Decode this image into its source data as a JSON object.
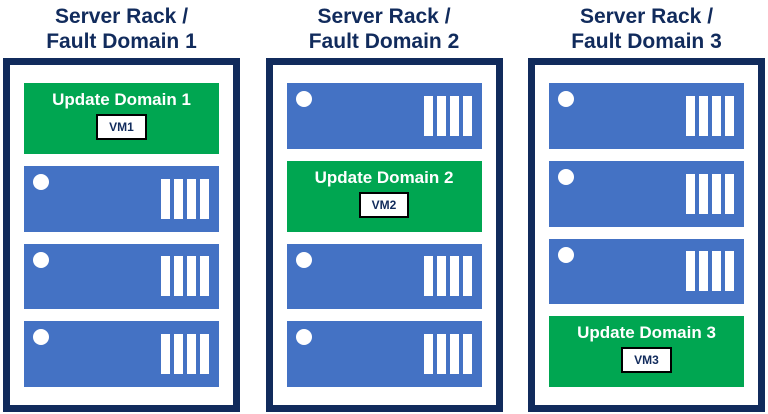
{
  "colors": {
    "navy": "#112B5C",
    "blue": "#4472C4",
    "green": "#00A651",
    "white": "#FFFFFF",
    "vm_border": "#000000"
  },
  "diagram": {
    "racks": [
      {
        "title_line1": "Server Rack /",
        "title_line2": "Fault Domain 1",
        "slots": [
          {
            "type": "update",
            "label": "Update Domain 1",
            "vm": "VM1"
          },
          {
            "type": "server"
          },
          {
            "type": "server"
          },
          {
            "type": "server"
          }
        ]
      },
      {
        "title_line1": "Server Rack /",
        "title_line2": "Fault Domain 2",
        "slots": [
          {
            "type": "server"
          },
          {
            "type": "update",
            "label": "Update Domain 2",
            "vm": "VM2"
          },
          {
            "type": "server"
          },
          {
            "type": "server"
          }
        ]
      },
      {
        "title_line1": "Server Rack /",
        "title_line2": "Fault Domain 3",
        "slots": [
          {
            "type": "server"
          },
          {
            "type": "server"
          },
          {
            "type": "server"
          },
          {
            "type": "update",
            "label": "Update Domain 3",
            "vm": "VM3"
          }
        ]
      }
    ]
  }
}
